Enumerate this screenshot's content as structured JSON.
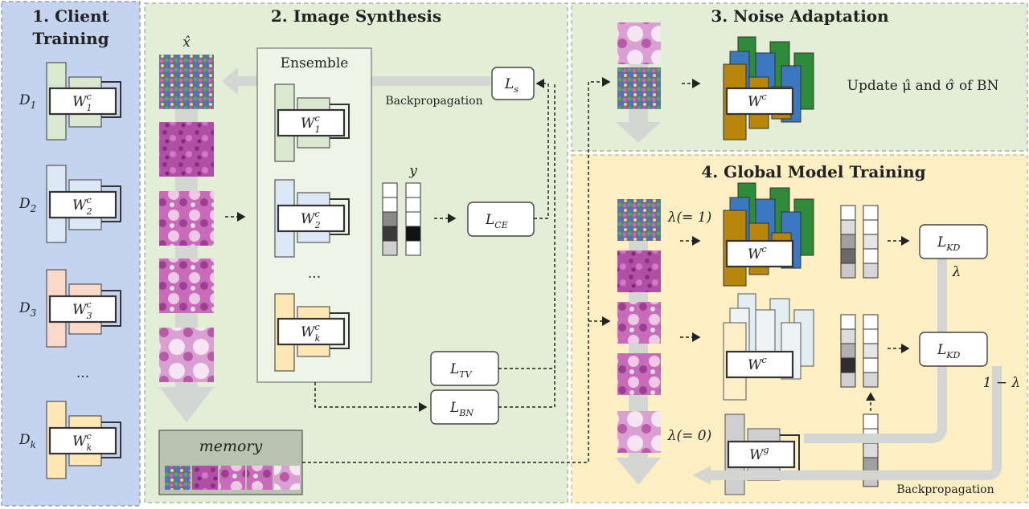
{
  "panels": {
    "client_training": {
      "title_line1": "1.  Client",
      "title_line2": "Training",
      "color": "#bccbe8"
    },
    "image_synthesis": {
      "title": "2.  Image Synthesis",
      "color": "#e1edd3"
    },
    "noise_adaptation": {
      "title": "3.  Noise Adaptation",
      "color": "#e1edd3"
    },
    "global_training": {
      "title": "4.  Global Model Training",
      "color": "#fdeebe"
    }
  },
  "clients": [
    {
      "dataset": "D",
      "sub": "1",
      "weight": "W",
      "wsup": "c",
      "wsub": "1",
      "color": "#d9e8cf"
    },
    {
      "dataset": "D",
      "sub": "2",
      "weight": "W",
      "wsup": "c",
      "wsub": "2",
      "color": "#dce8f5"
    },
    {
      "dataset": "D",
      "sub": "3",
      "weight": "W",
      "wsup": "c",
      "wsub": "3",
      "color": "#fbd9c8"
    },
    {
      "dataset": "D",
      "sub": "k",
      "weight": "W",
      "wsup": "c",
      "wsub": "k",
      "color": "#fde7b5"
    }
  ],
  "client_ellipsis": "...",
  "synthesis": {
    "xhat": "x̂",
    "ensemble_label": "Ensemble",
    "ensemble_ellipsis": "...",
    "y_label": "y",
    "backprop_label": "Backpropagation",
    "memory_label": "memory",
    "losses": {
      "ls": {
        "main": "L",
        "sub": "s"
      },
      "lce": {
        "main": "L",
        "sub": "CE"
      },
      "ltv": {
        "main": "L",
        "sub": "TV"
      },
      "lbn": {
        "main": "L",
        "sub": "BN"
      }
    }
  },
  "noise_adaptation": {
    "weight": "W",
    "wsup": "c",
    "update_text": "Update μ̂ and σ̂ of BN"
  },
  "global_training": {
    "lambda1": "λ(= 1)",
    "lambda0": "λ(= 0)",
    "weight_c": "W",
    "wsup_c": "c",
    "weight_g": "W",
    "wsup_g": "g",
    "lkd": {
      "main": "L",
      "sub": "KD"
    },
    "lambda": "λ",
    "one_minus_lambda": "1 − λ",
    "backprop_label": "Backpropagation"
  },
  "colors": {
    "green_block": "#b8860b",
    "blue_block": "#3a78c2",
    "dark_green_block": "#2e8b3a",
    "grey_arrow": "#d3d6d2",
    "pink_tile": "#c86bb8"
  }
}
